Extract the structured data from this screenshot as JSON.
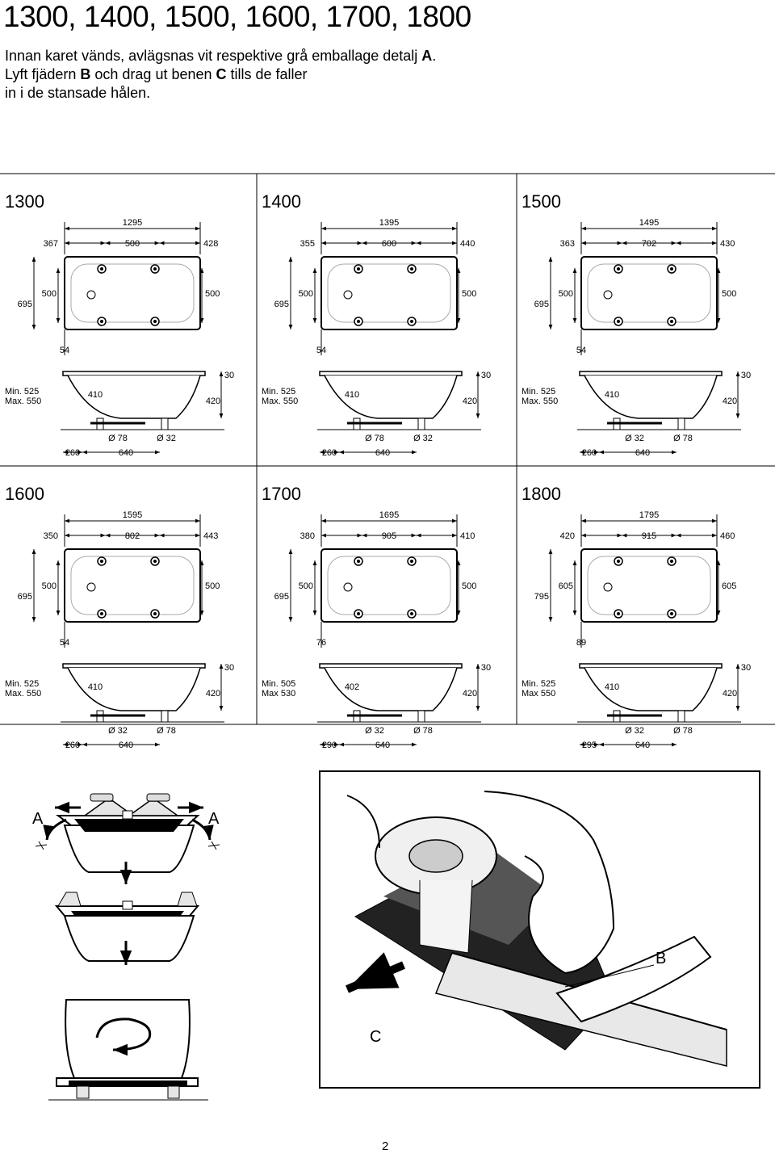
{
  "title": "1300, 1400, 1500, 1600, 1700, 1800",
  "intro": {
    "l1a": "Innan karet vänds, avlägsnas vit respektive grå emballage detalj ",
    "l1b": "A",
    "l1c": ".",
    "l2a": "Lyft fjädern ",
    "l2b": "B",
    "l2c": " och drag ut benen ",
    "l2d": "C",
    "l2e": " tills de faller",
    "l3": "in i de stansade hålen."
  },
  "tubs": [
    {
      "name": "1300",
      "total": "1295",
      "segs": [
        "367",
        "500",
        "428"
      ],
      "h_left": "695",
      "h_in": "500",
      "h_right": "500",
      "edge": "54",
      "minmax1": "Min. 525",
      "minmax2": "Max. 550",
      "d_top": "30",
      "d_410": "410",
      "d_420": "420",
      "d1": "Ø 78",
      "d2": "Ø 32",
      "b1": "260",
      "b2": "640"
    },
    {
      "name": "1400",
      "total": "1395",
      "segs": [
        "355",
        "600",
        "440"
      ],
      "h_left": "695",
      "h_in": "500",
      "h_right": "500",
      "edge": "54",
      "minmax1": "Min. 525",
      "minmax2": "Max. 550",
      "d_top": "30",
      "d_410": "410",
      "d_420": "420",
      "d1": "Ø 78",
      "d2": "Ø 32",
      "b1": "260",
      "b2": "640"
    },
    {
      "name": "1500",
      "total": "1495",
      "segs": [
        "363",
        "702",
        "430"
      ],
      "h_left": "695",
      "h_in": "500",
      "h_right": "500",
      "edge": "54",
      "minmax1": "Min. 525",
      "minmax2": "Max. 550",
      "d_top": "30",
      "d_410": "410",
      "d_420": "420",
      "d1": "Ø 32",
      "d2": "Ø 78",
      "b1": "260",
      "b2": "640"
    },
    {
      "name": "1600",
      "total": "1595",
      "segs": [
        "350",
        "802",
        "443"
      ],
      "h_left": "695",
      "h_in": "500",
      "h_right": "500",
      "edge": "54",
      "minmax1": "Min. 525",
      "minmax2": "Max. 550",
      "d_top": "30",
      "d_410": "410",
      "d_420": "420",
      "d1": "Ø 32",
      "d2": "Ø 78",
      "b1": "260",
      "b2": "640"
    },
    {
      "name": "1700",
      "total": "1695",
      "segs": [
        "380",
        "905",
        "410"
      ],
      "h_left": "695",
      "h_in": "500",
      "h_right": "500",
      "edge": "76",
      "minmax1": "Min. 505",
      "minmax2": "Max 530",
      "d_top": "30",
      "d_410": "402",
      "d_420": "420",
      "d1": "Ø 32",
      "d2": "Ø 78",
      "b1": "290",
      "b2": "640"
    },
    {
      "name": "1800",
      "total": "1795",
      "segs": [
        "420",
        "915",
        "460"
      ],
      "h_left": "795",
      "h_in": "605",
      "h_right": "605",
      "edge": "89",
      "minmax1": "Min. 525",
      "minmax2": "Max 550",
      "d_top": "30",
      "d_410": "410",
      "d_420": "420",
      "d1": "Ø 32",
      "d2": "Ø 78",
      "b1": "295",
      "b2": "640"
    }
  ],
  "labels": {
    "a_left": "A",
    "a_right": "A",
    "b": "B",
    "c": "C"
  },
  "page_number": "2"
}
